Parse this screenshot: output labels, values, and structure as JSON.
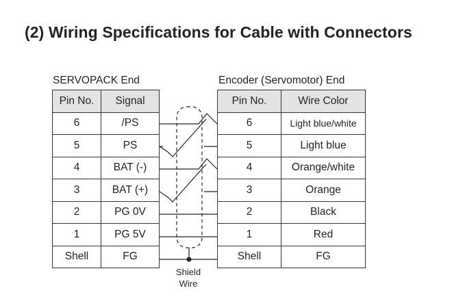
{
  "title": "(2) Wiring Specifications for Cable with Connectors",
  "servopack": {
    "caption": "SERVOPACK End",
    "headers": [
      "Pin No.",
      "Signal"
    ],
    "rows": [
      [
        "6",
        "/PS"
      ],
      [
        "5",
        "PS"
      ],
      [
        "4",
        "BAT (-)"
      ],
      [
        "3",
        "BAT (+)"
      ],
      [
        "2",
        "PG 0V"
      ],
      [
        "1",
        "PG 5V"
      ],
      [
        "Shell",
        "FG"
      ]
    ]
  },
  "encoder": {
    "caption": "Encoder (Servomotor) End",
    "headers": [
      "Pin No.",
      "Wire Color"
    ],
    "rows": [
      [
        "6",
        "Light blue/white"
      ],
      [
        "5",
        "Light blue"
      ],
      [
        "4",
        "Orange/white"
      ],
      [
        "3",
        "Orange"
      ],
      [
        "2",
        "Black"
      ],
      [
        "1",
        "Red"
      ],
      [
        "Shell",
        "FG"
      ]
    ]
  },
  "shield_label": [
    "Shield",
    "Wire"
  ]
}
